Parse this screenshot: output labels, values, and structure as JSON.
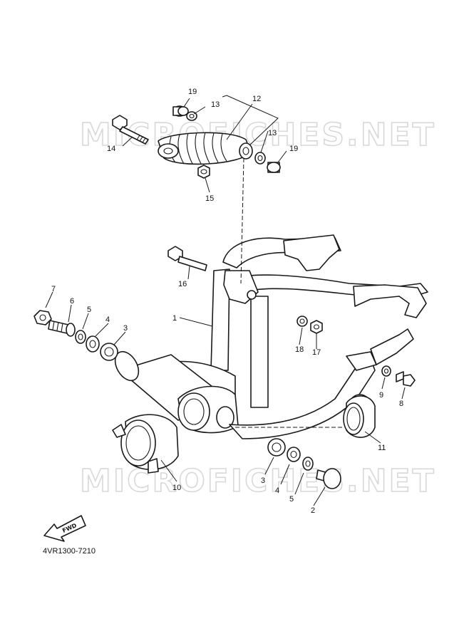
{
  "watermarks": [
    "MICROFICHES.NET",
    "MICROFICHES.NET"
  ],
  "diagram_code": "4VR1300-7210",
  "fwd_label": "FWD",
  "callouts": {
    "c1": "1",
    "c2": "2",
    "c3a": "3",
    "c3b": "3",
    "c4a": "4",
    "c4b": "4",
    "c5a": "5",
    "c5b": "5",
    "c6": "6",
    "c7": "7",
    "c8": "8",
    "c9": "9",
    "c10": "10",
    "c11": "11",
    "c12": "12",
    "c13a": "13",
    "c13b": "13",
    "c14": "14",
    "c15": "15",
    "c16": "16",
    "c17": "17",
    "c18": "18",
    "c19a": "19",
    "c19b": "19"
  }
}
